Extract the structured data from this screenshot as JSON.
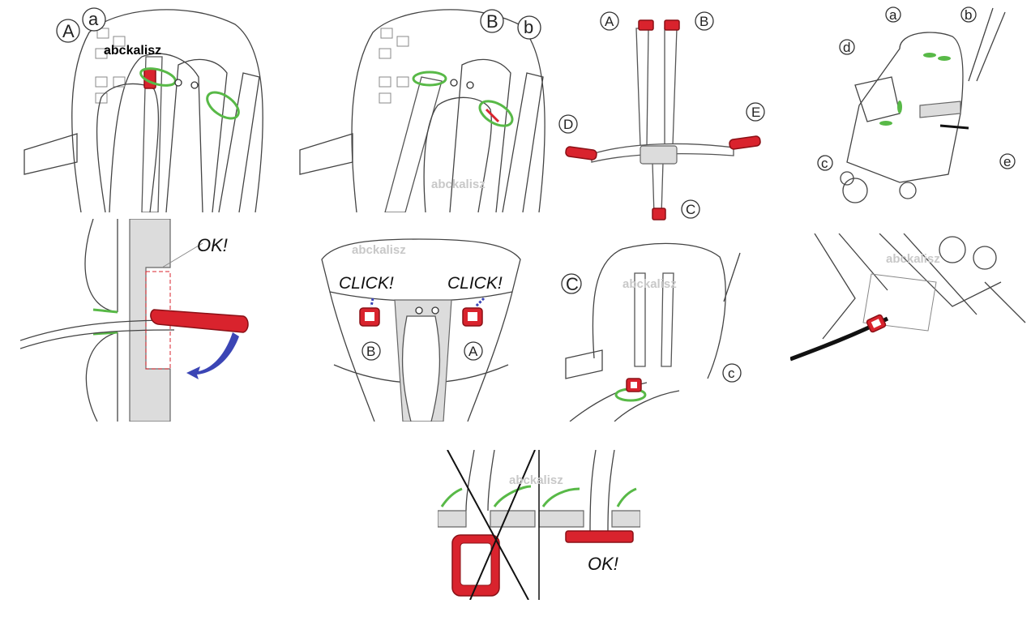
{
  "watermark": "abckalisz",
  "panel1": {
    "label_big": "A",
    "label_small": "a"
  },
  "panel2": {
    "label_big": "B",
    "label_small": "b"
  },
  "panel3": {
    "labels": [
      "A",
      "B",
      "C",
      "D",
      "E"
    ]
  },
  "panel4": {
    "labels": [
      "a",
      "b",
      "c",
      "d",
      "e"
    ]
  },
  "panel5": {
    "ok": "OK!"
  },
  "panel6": {
    "click_left": "CLICK!",
    "click_right": "CLICK!",
    "label_left": "B",
    "label_right": "A"
  },
  "panel7": {
    "label_big": "C",
    "label_small": "c"
  },
  "panel9": {
    "ok": "OK!"
  },
  "colors": {
    "buckle_red": "#d9232d",
    "pad_green": "#58b947",
    "arrow_blue": "#3b45b5"
  }
}
